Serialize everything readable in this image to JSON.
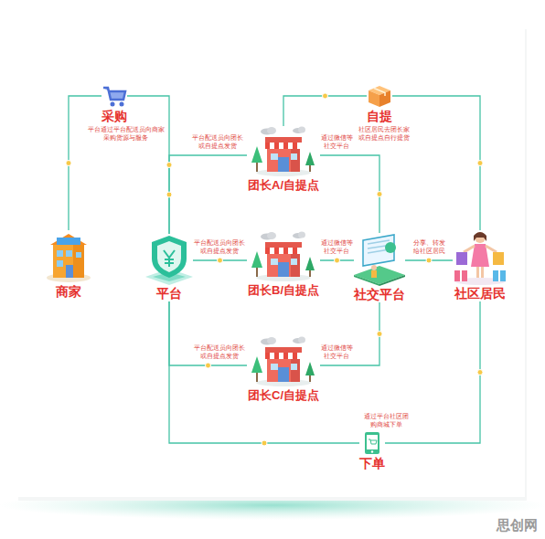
{
  "diagram": {
    "nodes": [
      {
        "text": [
          "采购",
          "平台通过平台配送员向商家采购货源与服务"
        ]
      },
      {
        "text": [
          "自提",
          "社区居民去团长家或自提点自行提货"
        ]
      },
      {
        "text": [
          "团长A/自提点"
        ]
      },
      {
        "text": [
          "商家"
        ]
      },
      {
        "text": [
          "平台"
        ]
      },
      {
        "text": [
          "团长B/自提点"
        ]
      },
      {
        "text": [
          "社交平台"
        ]
      },
      {
        "text": [
          "社区居民"
        ]
      },
      {
        "text": [
          "团长C/自提点"
        ]
      },
      {
        "text": [
          "下单",
          "通过平台社区团购商城下单"
        ]
      }
    ],
    "edges": [
      {
        "from": 3,
        "to": 0,
        "arrow": "none"
      },
      {
        "from": 0,
        "to": 4,
        "arrow": "none"
      },
      {
        "from": 4,
        "to": 2,
        "label": "平台配送员向团长或自提点发货",
        "arrow": "none"
      },
      {
        "from": 4,
        "to": 5,
        "label": "平台配送员向团长或自提点发货",
        "arrow": "none"
      },
      {
        "from": 4,
        "to": 8,
        "label": "平台配送员向团长或自提点发货",
        "arrow": "none"
      },
      {
        "from": 2,
        "to": 6,
        "label": "通过微信等社交平台",
        "arrow": "none"
      },
      {
        "from": 5,
        "to": 6,
        "label": "通过微信等社交平台",
        "arrow": "none"
      },
      {
        "from": 8,
        "to": 6,
        "label": "通过微信等社交平台",
        "arrow": "none"
      },
      {
        "from": 6,
        "to": 7,
        "label": "分享、转发给社区居民",
        "arrow": "none"
      },
      {
        "from": 2,
        "to": 1,
        "arrow": "none"
      },
      {
        "from": 1,
        "to": 7,
        "arrow": "none"
      },
      {
        "from": 7,
        "to": 9,
        "arrow": "none"
      },
      {
        "from": 9,
        "to": 4,
        "arrow": "none"
      }
    ],
    "labels": [
      "思创网"
    ]
  }
}
